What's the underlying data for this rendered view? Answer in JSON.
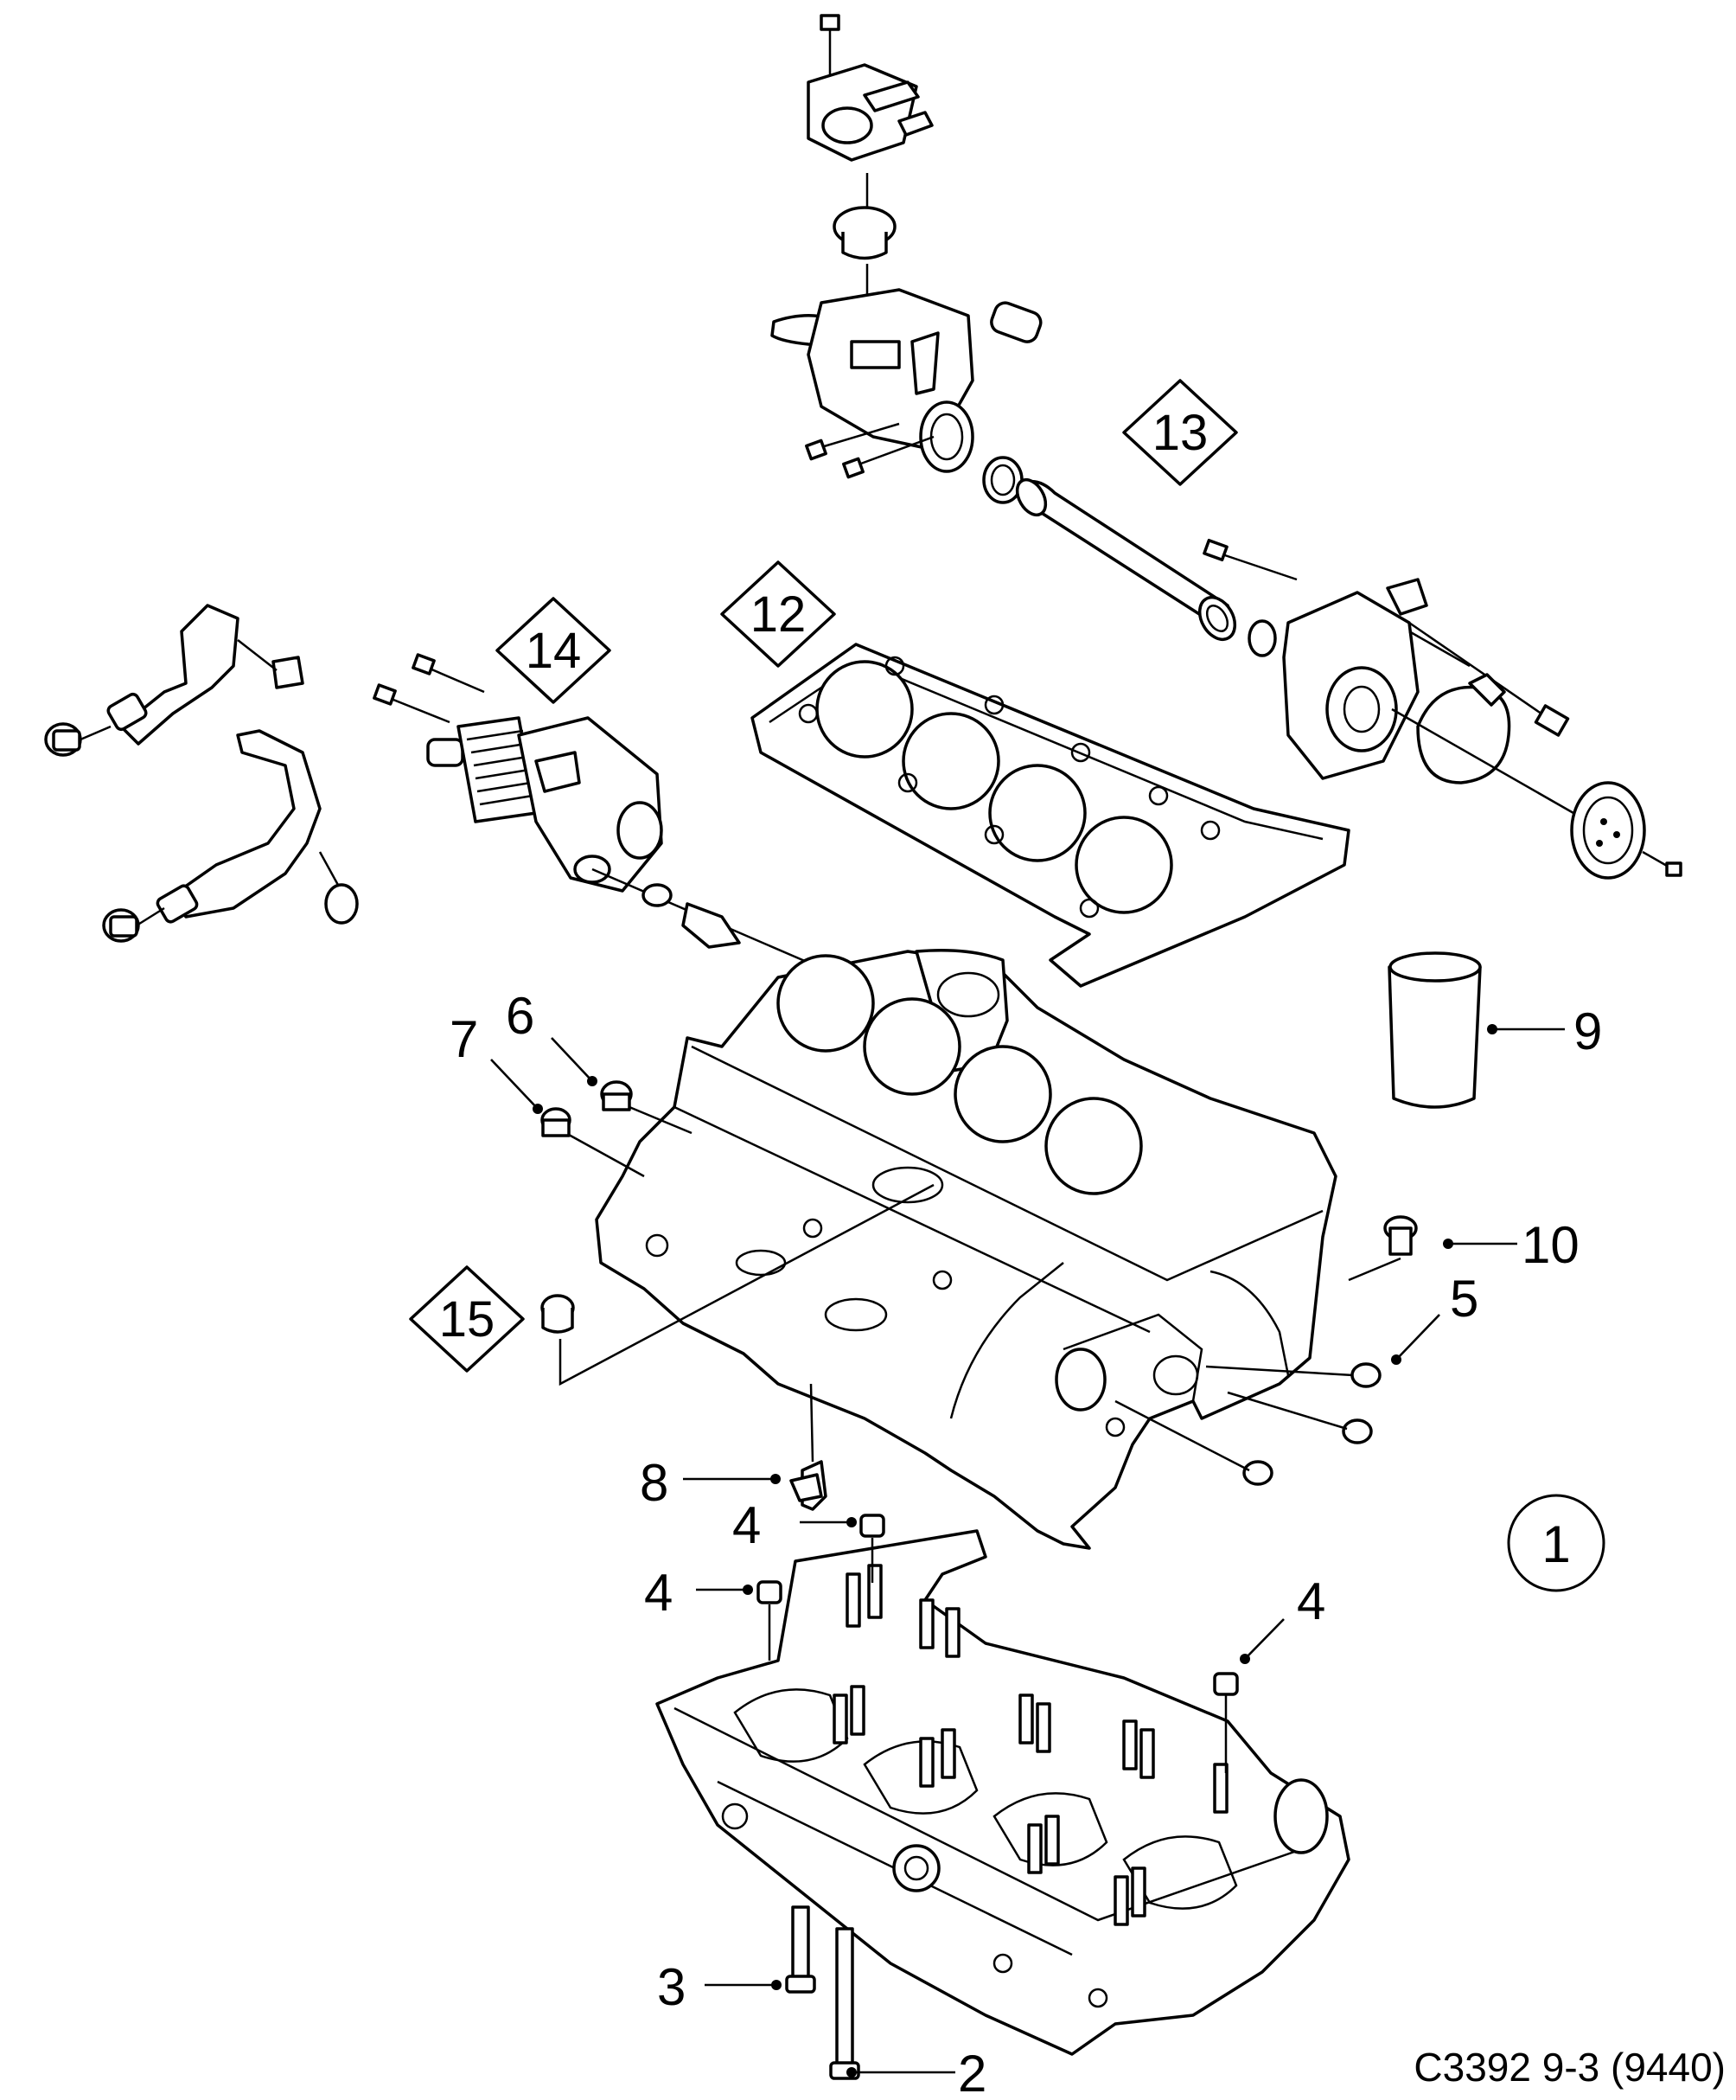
{
  "callouts": [
    {
      "id": "c1",
      "label": "1"
    },
    {
      "id": "c2",
      "label": "2"
    },
    {
      "id": "c3",
      "label": "3"
    },
    {
      "id": "c4a",
      "label": "4"
    },
    {
      "id": "c4b",
      "label": "4"
    },
    {
      "id": "c4c",
      "label": "4"
    },
    {
      "id": "c5",
      "label": "5"
    },
    {
      "id": "c6",
      "label": "6"
    },
    {
      "id": "c7",
      "label": "7"
    },
    {
      "id": "c8",
      "label": "8"
    },
    {
      "id": "c9",
      "label": "9"
    },
    {
      "id": "c10",
      "label": "10"
    },
    {
      "id": "c12",
      "label": "12"
    },
    {
      "id": "c13",
      "label": "13"
    },
    {
      "id": "c14",
      "label": "14"
    },
    {
      "id": "c15",
      "label": "15"
    }
  ],
  "figure_code": "C3392 9-3 (9440)"
}
